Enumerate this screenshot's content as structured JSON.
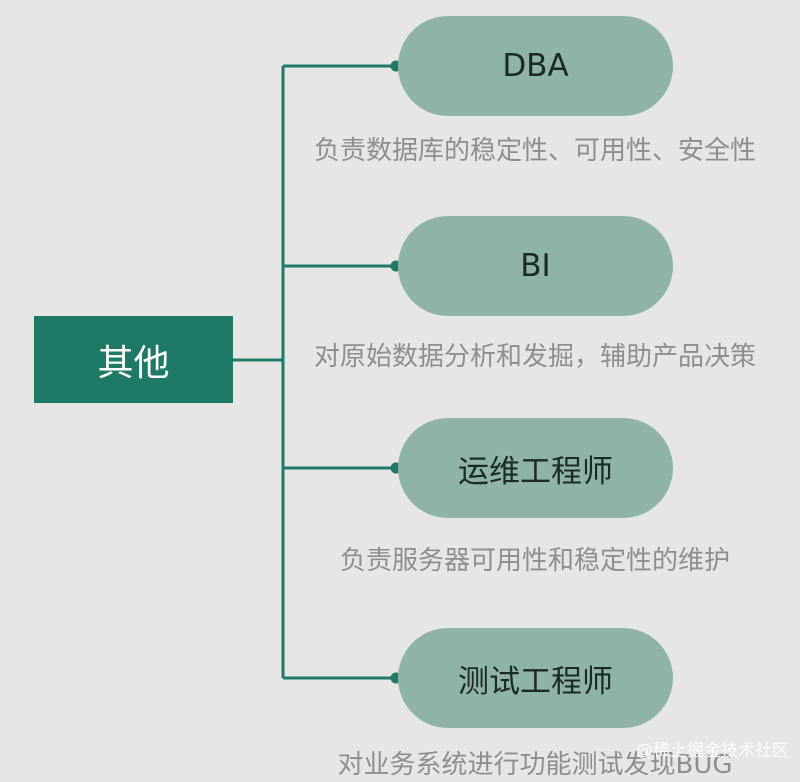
{
  "root": {
    "label": "其他"
  },
  "branches": [
    {
      "title": "DBA",
      "description": "负责数据库的稳定性、可用性、安全性"
    },
    {
      "title": "BI",
      "description": "对原始数据分析和发掘，辅助产品决策"
    },
    {
      "title": "运维工程师",
      "description": "负责服务器可用性和稳定性的维护"
    },
    {
      "title": "测试工程师",
      "description": "对业务系统进行功能测试发现BUG"
    }
  ],
  "watermark": "@稀土掘金技术社区",
  "colors": {
    "root_fill": "#1e7a66",
    "pill_fill": "#8fb4a6",
    "connector": "#1e7a66",
    "background": "#e6e6e6"
  }
}
